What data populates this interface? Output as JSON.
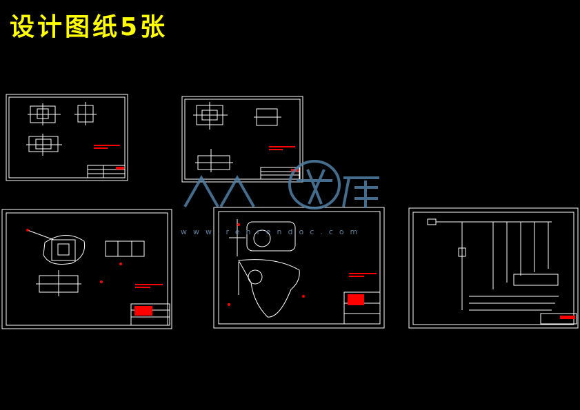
{
  "title": "设计图纸5张",
  "watermark": {
    "logo_text": "人人文库",
    "url_text": "www.renrendoc.com"
  },
  "colors": {
    "background": "#000000",
    "title": "#ffff00",
    "lines": "#ffffff",
    "accent": "#ff0000",
    "watermark": "#4f7fa6"
  },
  "sheets": [
    {
      "name": "sheet-1"
    },
    {
      "name": "sheet-2"
    },
    {
      "name": "sheet-3"
    },
    {
      "name": "sheet-4"
    },
    {
      "name": "sheet-5"
    }
  ]
}
